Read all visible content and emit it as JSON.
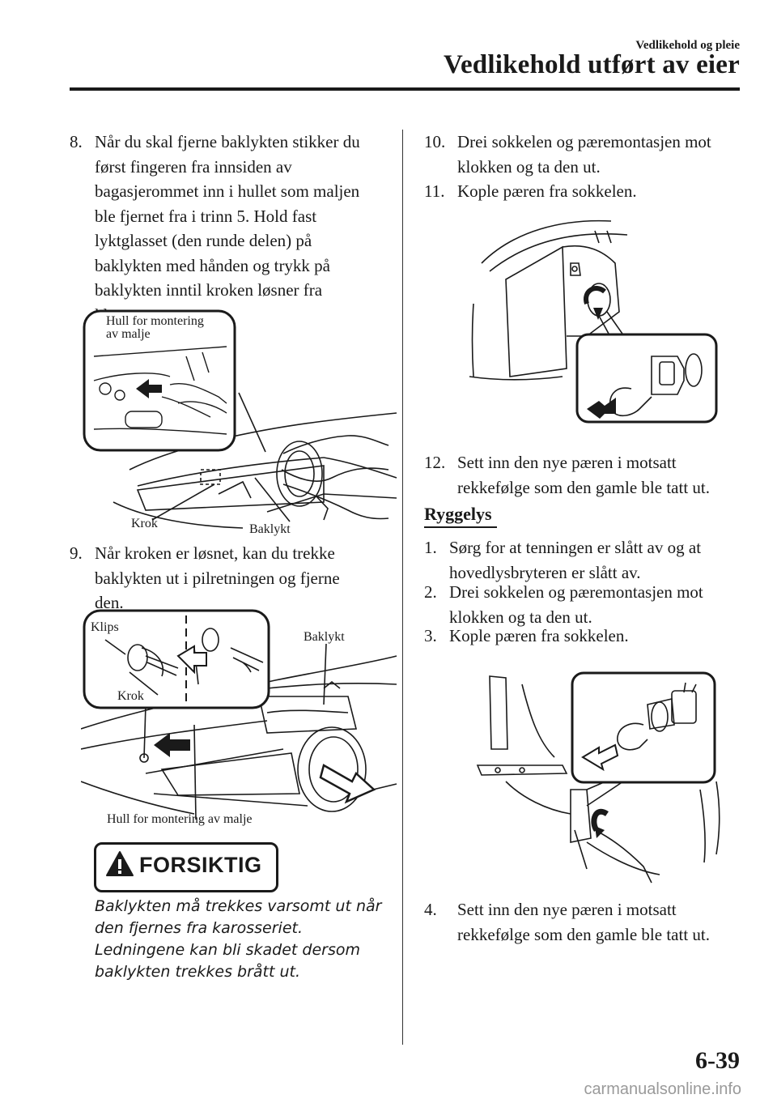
{
  "header": {
    "section": "Vedlikehold og pleie",
    "title": "Vedlikehold utført av eier"
  },
  "left_column": {
    "step8": {
      "number": "8.",
      "lines": [
        "Når du skal fjerne baklykten stikker du",
        "først fingeren fra innsiden av",
        "bagasjerommet inn i hullet som maljen",
        "ble fjernet fra i trinn 5. Hold fast",
        "lyktglasset (den runde delen) på",
        "baklykten med hånden og trykk på",
        "baklykten inntil kroken løsner fra",
        "klemmen."
      ]
    },
    "figure1": {
      "label_hole_line1": "Hull for montering",
      "label_hole_line2": "av malje",
      "label_krok": "Krok",
      "label_baklykt": "Baklykt"
    },
    "step9": {
      "number": "9.",
      "lines": [
        "Når kroken er løsnet, kan du trekke",
        "baklykten ut i pilretningen og fjerne",
        "den."
      ]
    },
    "figure2": {
      "label_klips": "Klips",
      "label_baklykt": "Baklykt",
      "label_krok": "Krok",
      "label_hole": "Hull for montering av malje"
    },
    "caution": {
      "title": "FORSIKTIG",
      "lines": [
        "Baklykten må trekkes varsomt ut når",
        "den fjernes fra karosseriet.",
        "Ledningene kan bli skadet dersom",
        "baklykten trekkes brått ut."
      ]
    }
  },
  "right_column": {
    "step10": {
      "number": "10.",
      "lines": [
        "Drei sokkelen og pæremontasjen mot",
        "klokken og ta den ut."
      ]
    },
    "step11": {
      "number": "11.",
      "lines": [
        "Kople pæren fra sokkelen."
      ]
    },
    "step12": {
      "number": "12.",
      "lines": [
        "Sett inn den nye pæren i motsatt",
        "rekkefølge som den gamle ble tatt ut."
      ]
    },
    "section_heading": "Ryggelys",
    "r_step1": {
      "number": "1.",
      "lines": [
        "Sørg for at tenningen er slått av og at",
        "hovedlysbryteren er slått av."
      ]
    },
    "r_step2": {
      "number": "2.",
      "lines": [
        "Drei sokkelen og pæremontasjen mot",
        "klokken og ta den ut."
      ]
    },
    "r_step3": {
      "number": "3.",
      "lines": [
        "Kople pæren fra sokkelen."
      ]
    },
    "r_step4": {
      "number": "4.",
      "lines": [
        "Sett inn den nye pæren i motsatt",
        "rekkefølge som den gamle ble tatt ut."
      ]
    }
  },
  "footer": {
    "page_number": "6-39",
    "watermark": "carmanualsonline.info"
  }
}
